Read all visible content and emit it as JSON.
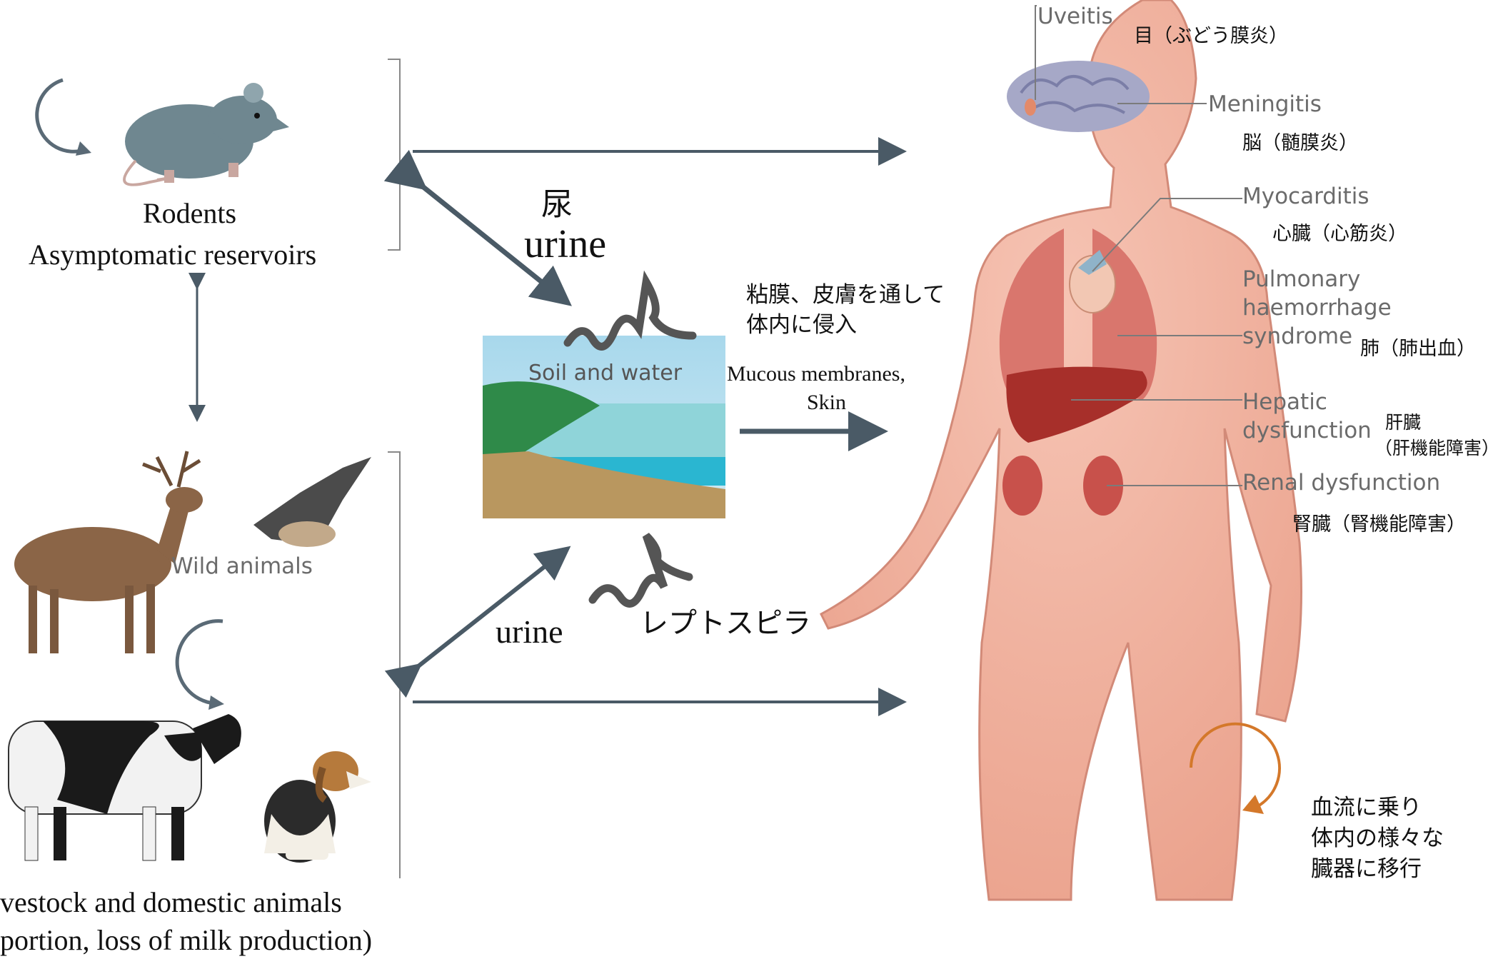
{
  "left": {
    "rodents": {
      "title": "Rodents",
      "subtitle": "Asymptomatic reservoirs"
    },
    "wild_animals": "Wild animals",
    "livestock": {
      "line1": "vestock and domestic animals",
      "line2": "portion, loss of milk production)"
    }
  },
  "middle": {
    "urine_top_jp": "尿",
    "urine_top_en": "urine",
    "urine_bottom": "urine",
    "soil_water": "Soil and water",
    "entry_jp": [
      "粘膜、皮膚を通して",
      "体内に侵入"
    ],
    "entry_en": [
      "Mucous membranes,",
      "Skin"
    ],
    "leptospira_jp": "レプトスピラ"
  },
  "organs": [
    {
      "en": [
        "Uveitis"
      ],
      "jp": [
        "目（ぶどう膜炎）"
      ]
    },
    {
      "en": [
        "Meningitis"
      ],
      "jp": [
        "脳（髄膜炎）"
      ]
    },
    {
      "en": [
        "Myocarditis"
      ],
      "jp": [
        "心臓（心筋炎）"
      ]
    },
    {
      "en": [
        "Pulmonary",
        "haemorrhage",
        "syndrome"
      ],
      "jp": [
        "肺（肺出血）"
      ]
    },
    {
      "en": [
        "Hepatic",
        "dysfunction"
      ],
      "jp": [
        "肝臓",
        "（肝機能障害）"
      ]
    },
    {
      "en": [
        "Renal dysfunction"
      ],
      "jp": [
        "腎臓（腎機能障害）"
      ]
    }
  ],
  "bloodstream_jp": [
    "血流に乗り",
    "体内の様々な",
    "臓器に移行"
  ],
  "colors": {
    "arrow": "#4a5a66",
    "skin": "#f1b2a0",
    "skin_edge": "#d28a78",
    "sky": "#b9e0ef",
    "grass": "#2e8b4a",
    "soil": "#b89660",
    "sea": "#29b7d4",
    "orange": "#d4782a"
  },
  "icons": [
    "cycle-arrow-icon",
    "rat-icon",
    "deer-icon",
    "bat-icon",
    "cow-icon",
    "beagle-icon",
    "leptospira-icon",
    "brain-icon",
    "heart-icon",
    "lungs-icon",
    "liver-icon",
    "kidney-icon"
  ]
}
